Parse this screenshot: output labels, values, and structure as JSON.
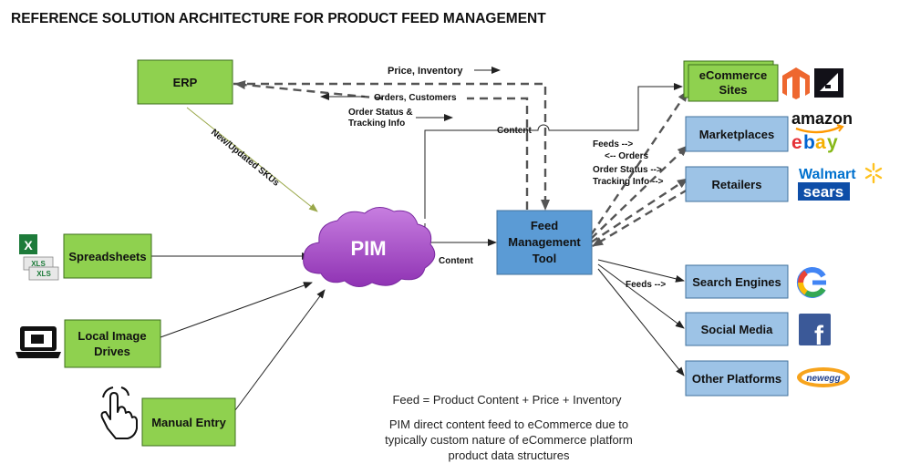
{
  "title": "REFERENCE SOLUTION ARCHITECTURE FOR PRODUCT FEED MANAGEMENT",
  "nodes": {
    "erp": "ERP",
    "pim": "PIM",
    "spreadsheets": "Spreadsheets",
    "local_image_drives": [
      "Local Image",
      "Drives"
    ],
    "manual_entry": "Manual Entry",
    "feed_tool": [
      "Feed",
      "Management",
      "Tool"
    ],
    "ecommerce_sites": [
      "eCommerce",
      "Sites"
    ],
    "marketplaces": "Marketplaces",
    "retailers": "Retailers",
    "search_engines": "Search Engines",
    "social_media": "Social Media",
    "other_platforms": "Other Platforms"
  },
  "edge_labels": {
    "price_inventory": "Price, Inventory",
    "orders_customers": "Orders, Customers",
    "order_status": [
      "Order Status &",
      "Tracking Info"
    ],
    "content_top": "Content",
    "content_bottom": "Content",
    "new_skus": "New/Updated SKUs",
    "feeds_right": [
      "Feeds -->",
      "<-- Orders",
      "Order Status -->",
      "Tracking Info -->"
    ],
    "feeds_lower": "Feeds -->"
  },
  "icons": {
    "spreadsheet_icon_text": "XLS",
    "amazon": "amazon",
    "ebay": [
      "e",
      "b",
      "a",
      "y"
    ],
    "walmart": "Walmart",
    "sears": "sears",
    "newegg": "newegg",
    "google": "G",
    "facebook": "f"
  },
  "notes": {
    "formula": "Feed = Product Content + Price + Inventory",
    "explanation": [
      "PIM direct content feed to eCommerce due to",
      "typically custom nature of eCommerce platform",
      "product data structures"
    ]
  },
  "colors": {
    "green_box": "#8fd14f",
    "blue_box": "#9dc3e6",
    "feed_tool": "#5b9bd5",
    "pim_cloud": "#a64ac9"
  }
}
